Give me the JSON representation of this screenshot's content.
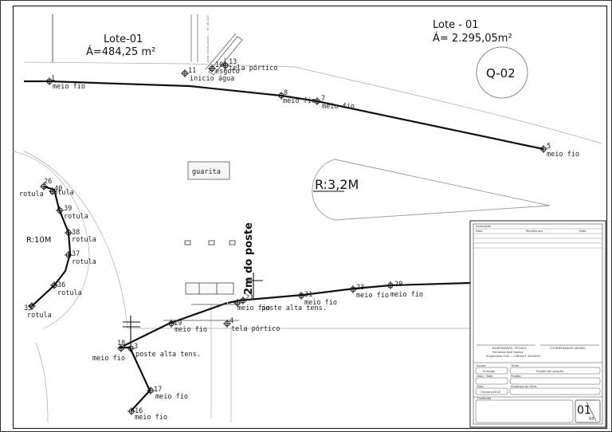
{
  "lots": {
    "left": {
      "name": "Lote-01",
      "area": "Á=484,25 m²"
    },
    "right": {
      "name": "Lote - 01",
      "area": "Á= 2.295,05m²"
    }
  },
  "block": {
    "label": "Q-02"
  },
  "radius_right": "R:3,2M",
  "radius_left": "R:10M",
  "structure": {
    "label": "guarita"
  },
  "dimension_note": "2m do poste",
  "vertical_small_text": "área institucional — m² 48,025",
  "points": [
    {
      "id": "1",
      "text": "meio fio"
    },
    {
      "id": "8",
      "text": "meio fio"
    },
    {
      "id": "7",
      "text": "meio fio"
    },
    {
      "id": "5",
      "text": "meio fio"
    },
    {
      "id": "11",
      "text": "inicio água"
    },
    {
      "id": "10",
      "text": "esgoto"
    },
    {
      "id": "13",
      "text": "tela pórtico"
    },
    {
      "id": "26",
      "text": "rotula"
    },
    {
      "id": "40",
      "text": "rotula"
    },
    {
      "id": "39",
      "text": "rotula"
    },
    {
      "id": "38",
      "text": "rotula"
    },
    {
      "id": "37",
      "text": "rotula"
    },
    {
      "id": "36",
      "text": "rotula"
    },
    {
      "id": "35",
      "text": "rotula"
    },
    {
      "id": "29",
      "text": "meio fio"
    },
    {
      "id": "23",
      "text": "meio fio"
    },
    {
      "id": "31",
      "text": "meio fio"
    },
    {
      "id": "21",
      "text": "meio fio"
    },
    {
      "id": "20",
      "text": "poste alta tens."
    },
    {
      "id": "4",
      "text": "tela pórtico"
    },
    {
      "id": "19",
      "text": "meio fio"
    },
    {
      "id": "18",
      "text": "poste alta tens."
    },
    {
      "id": "3",
      "text": "meio fio"
    },
    {
      "id": "17",
      "text": "meio fio"
    },
    {
      "id": "16",
      "text": "meio fio"
    }
  ],
  "titleblock": {
    "header": [
      "Aprovação",
      "Data",
      "Revisão por",
      "Data"
    ],
    "responsible_title": "RESPONSÁVEL TÉCNICO",
    "responsible_name": "Fernando José Santos",
    "responsible_role": "Engenheiro Civil — CREA/UF 0000000",
    "coordinator": "COORDENADOR (IDEIAS)",
    "fields": [
      {
        "label": "Escala",
        "value": "Indicada"
      },
      {
        "label": "Título",
        "value": "Projeto de Locação"
      },
      {
        "label": "Data / Total",
        "value": ""
      },
      {
        "label": "Projeto",
        "value": ""
      },
      {
        "label": "Data",
        "value": "Outubro/2020"
      },
      {
        "label": "Endereço da Obra",
        "value": ""
      },
      {
        "label": "Conteúdo",
        "value": ""
      }
    ],
    "sheet": "01",
    "sheet_total": "03"
  }
}
